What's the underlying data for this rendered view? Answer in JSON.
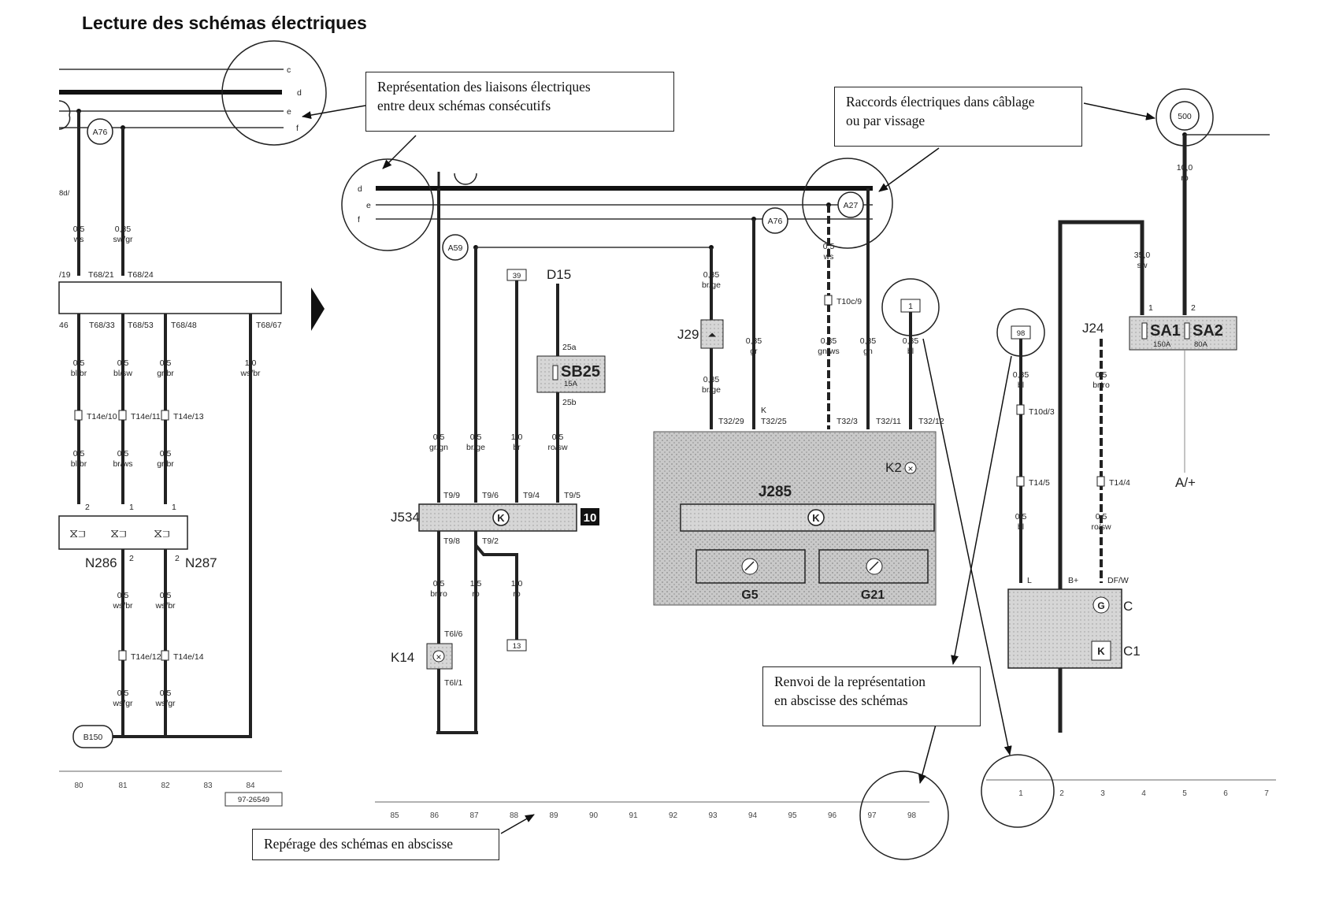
{
  "page": {
    "title": "Lecture des schémas électriques"
  },
  "callouts": {
    "links": [
      "Représentation des liaisons électriques",
      "entre deux schémas consécutifs"
    ],
    "connectors": [
      "Raccords électriques dans câblage",
      "ou par vissage"
    ],
    "crossref": [
      "Renvoi de la représentation",
      "en abscisse des schémas"
    ],
    "abscissa": "Repérage des schémas en abscisse"
  },
  "left_panel": {
    "bus_letters": [
      "c",
      "d",
      "e",
      "f"
    ],
    "ground_top": "A76",
    "wires_top": [
      {
        "size": "0,5",
        "color": "ws"
      },
      {
        "size": "0,35",
        "color": "sw/gr"
      }
    ],
    "partial_top_label": "8d/",
    "connector_row1": [
      "T68/21",
      "T68/24"
    ],
    "connector_row1_partial": "/19",
    "connector_row2": [
      "T68/33",
      "T68/53",
      "T68/48",
      "T68/67"
    ],
    "connector_row2_partial": "46",
    "wires_mid": [
      {
        "size": "0,5",
        "color": "bl/br"
      },
      {
        "size": "0,5",
        "color": "bl/sw"
      },
      {
        "size": "0,5",
        "color": "gr/br"
      },
      {
        "size": "1,0",
        "color": "ws/br"
      }
    ],
    "t14e": [
      "T14e/10",
      "T14e/11",
      "T14e/13"
    ],
    "wires_low": [
      {
        "size": "0,5",
        "color": "bl/br"
      },
      {
        "size": "0,5",
        "color": "br/ws"
      },
      {
        "size": "0,5",
        "color": "gr/br"
      }
    ],
    "valve_pins": [
      "2",
      "1",
      "1"
    ],
    "valves": [
      "N286",
      "N287"
    ],
    "valve_pins_out": [
      "2",
      "2"
    ],
    "wires_bottom": [
      {
        "size": "0,5",
        "color": "ws/br"
      },
      {
        "size": "0,5",
        "color": "ws/br"
      },
      {
        "size": "0,5",
        "color": "ws/gr"
      },
      {
        "size": "0,5",
        "color": "ws/gr"
      }
    ],
    "t14e_low": [
      "T14e/12",
      "T14e/14"
    ],
    "ground_bottom": "B150",
    "abscissa": [
      "80",
      "81",
      "82",
      "83",
      "84"
    ],
    "ref_number": "97-26549"
  },
  "center_panel": {
    "bus_letters": [
      "d",
      "e",
      "f"
    ],
    "grounds": [
      "A59",
      "A76",
      "A27"
    ],
    "wire_a": {
      "size": "0,35",
      "color": "br/ge"
    },
    "wire_b": {
      "size": "0,35",
      "color": "br/ge"
    },
    "wire_c": {
      "size": "0,5",
      "color": "ws"
    },
    "relay": "J29",
    "fuse_box": {
      "ref": "39",
      "name": "D15",
      "fuse": "SB25",
      "rating": "15A",
      "pin_in": "25a",
      "pin_out": "25b"
    },
    "t10c": "T10c/9",
    "wires_cluster": [
      {
        "size": "0,35",
        "color": "gr"
      },
      {
        "size": "0,35",
        "color": "gn/ws"
      },
      {
        "size": "0,35",
        "color": "gn"
      },
      {
        "size": "0,35",
        "color": "bl"
      }
    ],
    "wires_j534": [
      {
        "size": "0,5",
        "color": "gr/gn"
      },
      {
        "size": "0,5",
        "color": "br/ge"
      },
      {
        "size": "1,0",
        "color": "br"
      },
      {
        "size": "0,5",
        "color": "ro/sw"
      }
    ],
    "t9_pins": [
      "T9/9",
      "T9/6",
      "T9/4",
      "T9/5"
    ],
    "j534": "J534",
    "box_ref": "10",
    "t9_out": [
      "T9/8",
      "T9/2"
    ],
    "wires_out": [
      {
        "size": "0,5",
        "color": "br/ro"
      },
      {
        "size": "1,5",
        "color": "ro"
      },
      {
        "size": "1,0",
        "color": "ro"
      }
    ],
    "ref_13": "13",
    "lamp": {
      "name": "K14",
      "pin_top": "T6l/6",
      "pin_bottom": "T6l/1"
    },
    "ref_1": "1",
    "cluster_pins": [
      "T32/29",
      "T32/25",
      "T32/3",
      "T32/11",
      "T32/12"
    ],
    "pin_k": "K",
    "cluster": {
      "name": "J285",
      "lamp": "K2",
      "gauges": [
        "G5",
        "G21"
      ]
    },
    "abscissa": [
      "85",
      "86",
      "87",
      "88",
      "89",
      "90",
      "91",
      "92",
      "93",
      "94",
      "95",
      "96",
      "97",
      "98"
    ]
  },
  "right_panel": {
    "ground": "500",
    "wire_main": {
      "size": "10,0",
      "color": "ro"
    },
    "wire_batt": {
      "size": "35,0",
      "color": "sw"
    },
    "fuse_pins": [
      "1",
      "2"
    ],
    "fuses": [
      {
        "name": "SA1",
        "rating": "150A"
      },
      {
        "name": "SA2",
        "rating": "80A"
      }
    ],
    "ref_98": "98",
    "j24": "J24",
    "wire_l": {
      "size": "0,35",
      "color": "bl"
    },
    "wire_j": {
      "size": "0,5",
      "color": "br/ro"
    },
    "t10d": "T10d/3",
    "t14": [
      "T14/5",
      "T14/4"
    ],
    "wires_low": [
      {
        "size": "0,5",
        "color": "bl"
      },
      {
        "size": "0,5",
        "color": "ro/sw"
      }
    ],
    "a_label": "A/+",
    "alt_pins": [
      "L",
      "B+",
      "DF/W"
    ],
    "alt": [
      "C",
      "C1"
    ],
    "abscissa": [
      "1",
      "2",
      "3",
      "4",
      "5",
      "6",
      "7"
    ]
  }
}
